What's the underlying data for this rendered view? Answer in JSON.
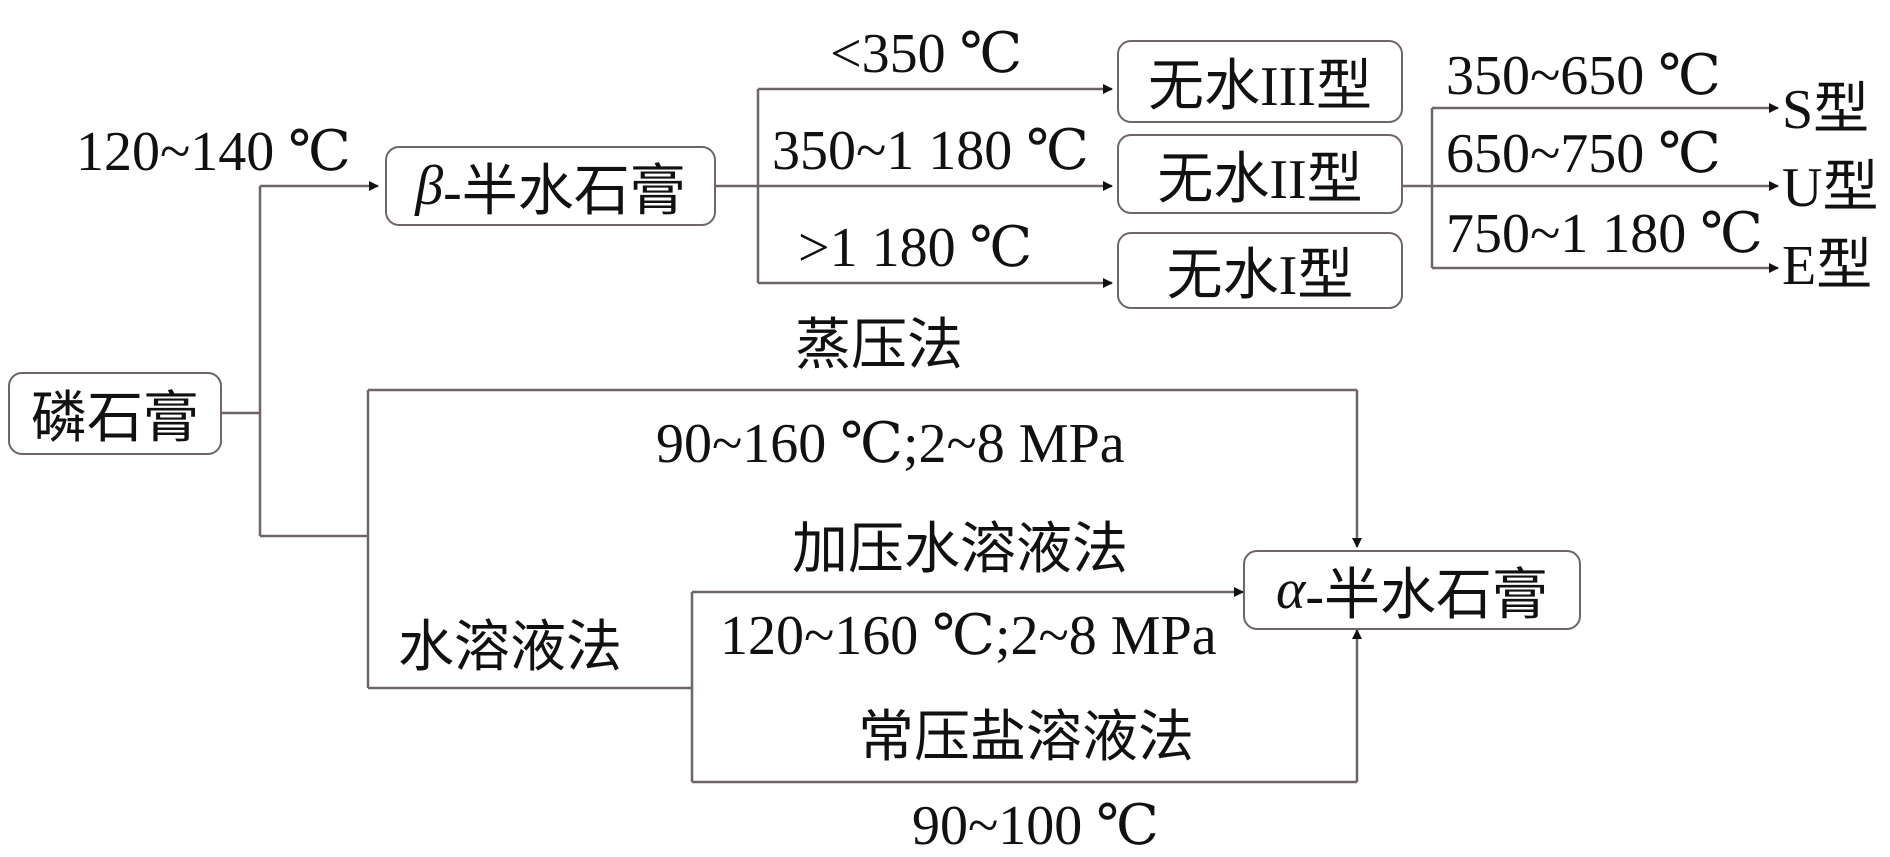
{
  "nodes": {
    "phosphogypsum": "磷石膏",
    "beta_hemihydrate": {
      "symbol": "β",
      "text": "-半水石膏"
    },
    "alpha_hemihydrate": {
      "symbol": "α",
      "text": "-半水石膏"
    },
    "anhydrite_III": "无水III型",
    "anhydrite_II": "无水II型",
    "anhydrite_I": "无水I型",
    "type_S": "S型",
    "type_U": "U型",
    "type_E": "E型"
  },
  "edge_labels": {
    "to_beta": "120~140 ℃",
    "to_III": "<350 ℃",
    "to_II": "350~1 180 ℃",
    "to_I": ">1 180 ℃",
    "to_S": "350~650 ℃",
    "to_U": "650~750 ℃",
    "to_E": "750~1 180 ℃",
    "autoclave_method": "蒸压法",
    "autoclave_cond": "90~160 ℃;2~8 MPa",
    "solution_method": "水溶液法",
    "pressurized_method": "加压水溶液法",
    "pressurized_cond": "120~160 ℃;2~8 MPa",
    "salt_method": "常压盐溶液法",
    "salt_cond": "90~100 ℃"
  }
}
